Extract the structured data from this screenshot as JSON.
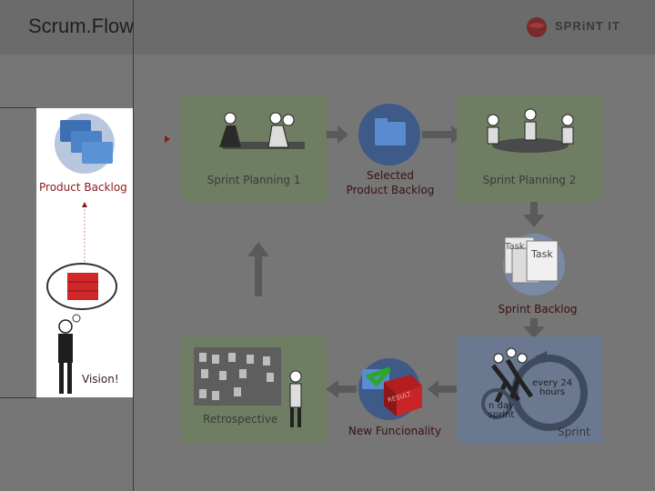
{
  "header": {
    "title": "Scrum.Flow",
    "logo_text": "SPRiNT IT"
  },
  "left_panel": {
    "product_backlog": "Product Backlog",
    "vision": "Vision!"
  },
  "flow": {
    "sprint_planning_1": "Sprint Planning 1",
    "selected_backlog_line1": "Selected",
    "selected_backlog_line2": "Product Backlog",
    "sprint_planning_2": "Sprint Planning 2",
    "sprint_backlog": "Sprint Backlog",
    "task_card_1": "Task",
    "task_card_2": "Task",
    "sprint": "Sprint",
    "every_24_line1": "every 24",
    "every_24_line2": "hours",
    "n_day_line1": "n day",
    "n_day_line2": "sprint",
    "new_functionality": "New Funcionality",
    "result_stamp": "RESULT",
    "retrospective": "Retrospective"
  }
}
